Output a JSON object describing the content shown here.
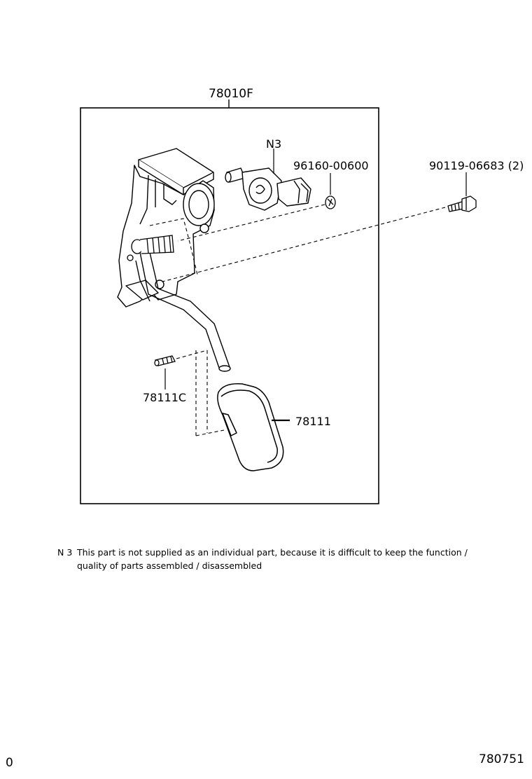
{
  "diagram": {
    "assembly_label": "78010F",
    "labels": {
      "n3": "N3",
      "washer": "96160-00600",
      "bolt": "90119-06683 (2)",
      "pin": "78111C",
      "pad": "78111"
    },
    "colors": {
      "line": "#000000",
      "background": "#ffffff"
    }
  },
  "note": {
    "key": "N 3",
    "line1": "This part is not supplied as an individual part, because it is difficult to keep the function /",
    "line2": "quality of parts assembled / disassembled"
  },
  "footer": {
    "left": "0",
    "right": "780751"
  }
}
